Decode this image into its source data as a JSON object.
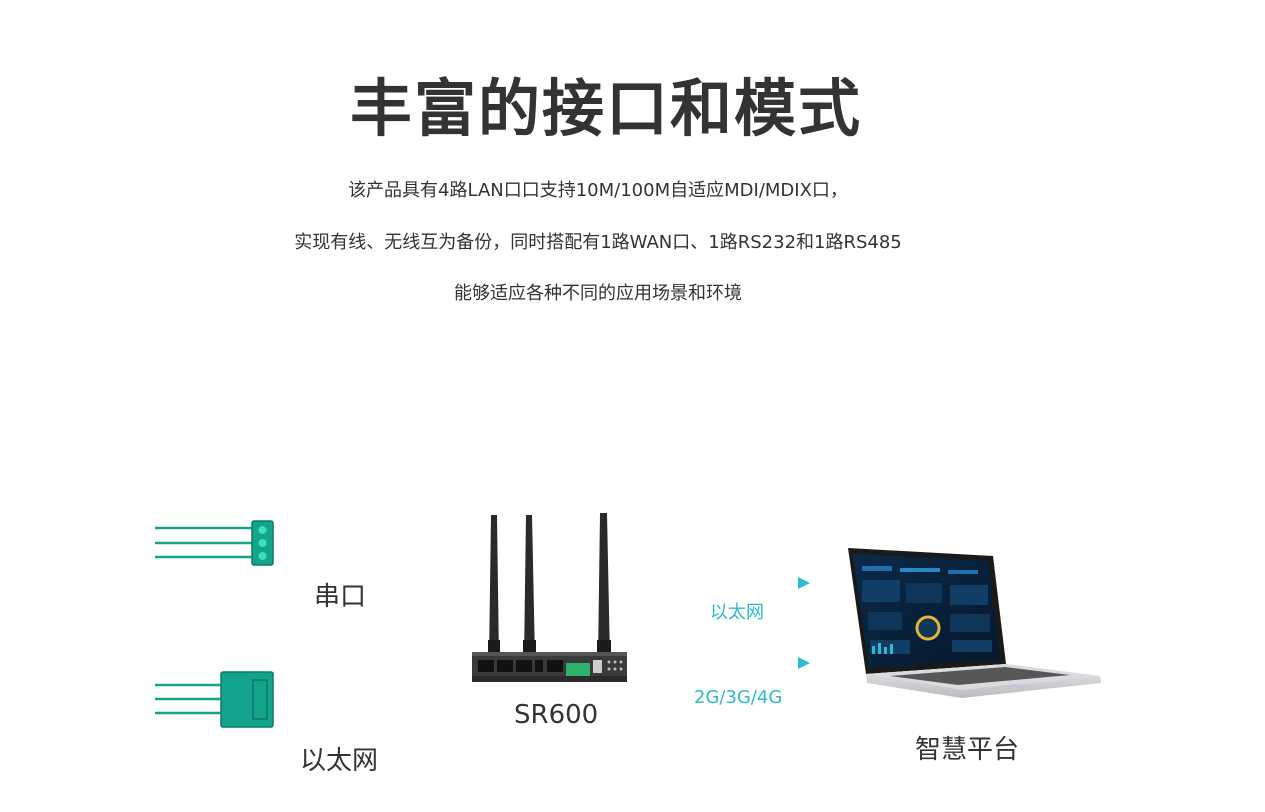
{
  "header": {
    "title": "丰富的接口和模式",
    "description": [
      "该产品具有4路LAN口口支持10M/100M自适应MDI/MDIX口，",
      "实现有线、无线互为备份，同时搭配有1路WAN口、1路RS232和1路RS485",
      "能够适应各种不同的应用场景和环境"
    ]
  },
  "diagram": {
    "inputs": [
      {
        "label": "串口",
        "icon": "serial-connector-icon"
      },
      {
        "label": "以太网",
        "icon": "ethernet-connector-icon"
      }
    ],
    "device": {
      "label": "SR600",
      "icon": "router-icon"
    },
    "links": [
      {
        "label": "以太网"
      },
      {
        "label": "2G/3G/4G"
      }
    ],
    "target": {
      "label": "智慧平台",
      "icon": "laptop-icon"
    }
  },
  "colors": {
    "teal": "#14a38b",
    "blue": "#4aa6ef",
    "yellow": "#f2ea3a",
    "cyan": "#2fb9c9"
  }
}
